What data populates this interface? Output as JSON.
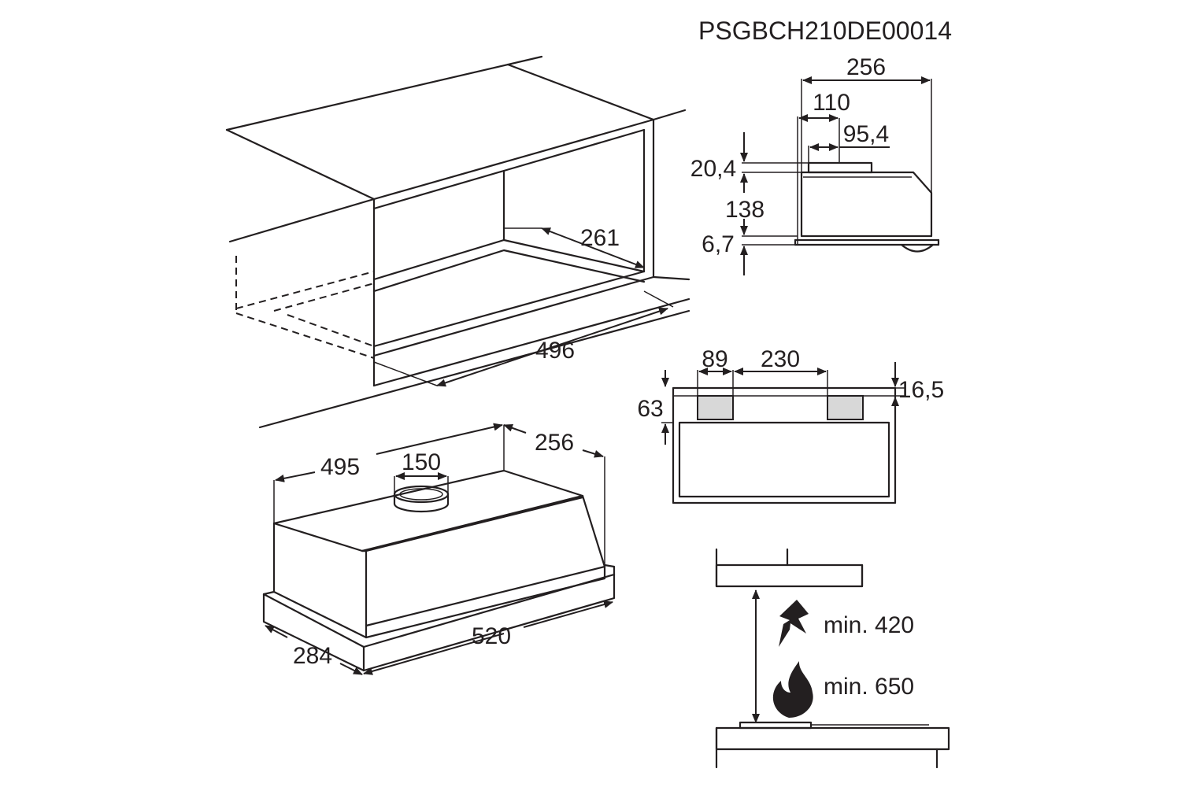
{
  "diagram_code": "PSGBCH210DE00014",
  "cabinet": {
    "depth": "261",
    "width": "496"
  },
  "hood": {
    "width_top": "495",
    "depth_top": "256",
    "duct_diameter": "150",
    "width_bottom": "520",
    "depth_bottom": "284"
  },
  "side_view": {
    "total_depth": "256",
    "duct_offset": "110",
    "duct_width": "95,4",
    "duct_height": "20,4",
    "body_height": "138",
    "bottom_height": "6,7"
  },
  "top_view": {
    "left_offset": "89",
    "spacing": "230",
    "right_height": "16,5",
    "left_height": "63"
  },
  "clearance": {
    "electric": "min. 420",
    "gas": "min. 650"
  },
  "icons": {
    "electric": "lightning-icon",
    "gas": "flame-icon"
  }
}
